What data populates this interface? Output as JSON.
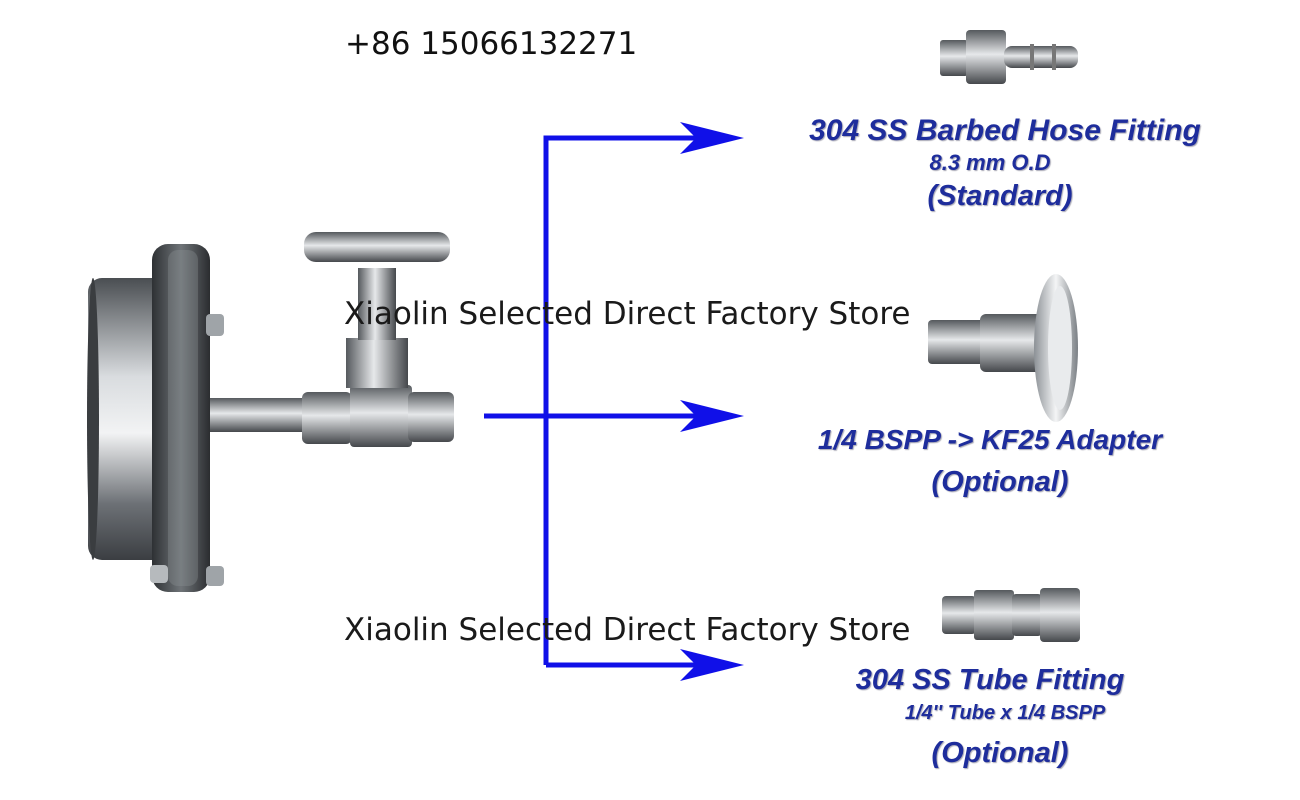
{
  "contact": {
    "phone": "+86 15066132271"
  },
  "watermark": {
    "text_top": "Xiaolin Selected Direct Factory Store",
    "text_bottom": "Xiaolin Selected Direct Factory Store"
  },
  "fittings": [
    {
      "title": "304 SS Barbed Hose Fitting",
      "spec": "8.3 mm O.D",
      "note": "(Standard)"
    },
    {
      "title": "1/4 BSPP -> KF25 Adapter",
      "note": "(Optional)"
    },
    {
      "title": "304 SS Tube Fitting",
      "spec": "1/4'' Tube x 1/4 BSPP",
      "note": "(Optional)"
    }
  ],
  "colors": {
    "arrow": "#1010e8",
    "label": "#1e2d9c",
    "steel": "#9aa0a6"
  }
}
